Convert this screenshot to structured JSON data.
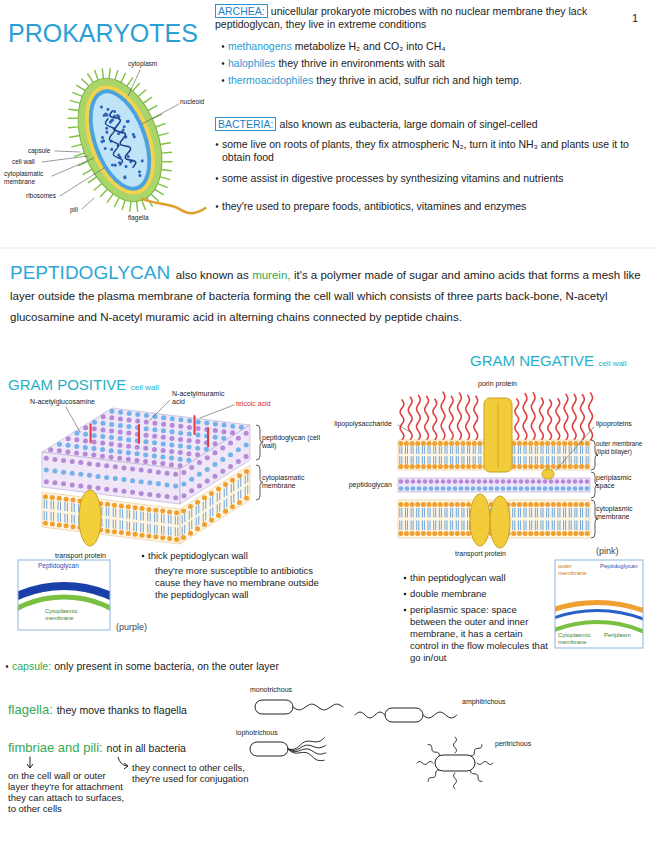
{
  "diagram": {
    "title": "PROKARYOTES",
    "labels": [
      "1",
      "cytoplasm",
      "nucleoid",
      "capsule",
      "cell wall",
      "cytoplasmatic membrane",
      "ribosomes",
      "pili",
      "flagella",
      "ARCHEA:",
      "unicellular prokaryote microbes with no nuclear membrane they lack peptidoglycan, they live in extreme conditions",
      "methanogens",
      "metabolize H₂ and CO₂ into CH₄",
      "halophiles",
      "they thrive in environments with salt",
      "thermoacidophiles",
      "they thrive in acid, sulfur rich and high temp.",
      "BACTERIA:",
      "also known as eubacteria, large domain of singel-celled",
      "some live on roots of plants, they fix atmospheric N₂, turn it into NH₃ and plants use it to obtain food",
      "some assist in digestive processes by synthesizing vitamins and nutrients",
      "they're used to prepare foods, antibiotics, vitamines and enzymes",
      "PEPTIDOGLYCAN",
      "also known as",
      "murein,",
      "it's a polymer made of sugar and amino acids that forms a mesh like layer outside the plasma membrane of bacteria forming the cell wall which consists of three parts back-bone, N-acetyl glucosamine and N-acetyl muramic acid in alterning chains connected by peptide chains.",
      "GRAM NEGATIVE",
      "cell wall",
      "GRAM POSITIVE",
      "cell wall",
      "N-acetylglucosamine",
      "N-acetylmuramic acid",
      "teicoic acid",
      "peptidoglycan (cell wall)",
      "cytoplasmatic membrane",
      "transport protein",
      "Peptidoglycan",
      "Cytoplasmic membrane",
      "(purple)",
      "thick peptidoglycan wall",
      "they're more susceptible to antibiotics cause they have no membrane outside the peptidoglycan wall",
      "porin protein",
      "lipoproteins",
      "outer membrane (lipid bilayer)",
      "lipopolysaccharide",
      "periplasmic space",
      "cytoplasmic membrane",
      "peptidoglycan",
      "transport protein",
      "(pink)",
      "outer membrane",
      "Peptidoglycan",
      "Periplasm",
      "Cytoplasmic membrane",
      "thin peptidoglycan wall",
      "double membrane",
      "periplasmic space:",
      "space between the outer and inner membrane, it has a certain control in the flow molecules that go in/out",
      "capsule:",
      "only present in some bacteria, on the outer layer",
      "flagella:",
      "they move thanks to flagella",
      "monotrichous",
      "amphitrichous",
      "lophotrichous",
      "peritrichous",
      "fimbriae and pili:",
      "not in all bacteria",
      "on the cell wall or outer layer they're for attachment they can attach to surfaces, to other cells",
      "they connect to other cells, they're used for conjugation"
    ]
  }
}
